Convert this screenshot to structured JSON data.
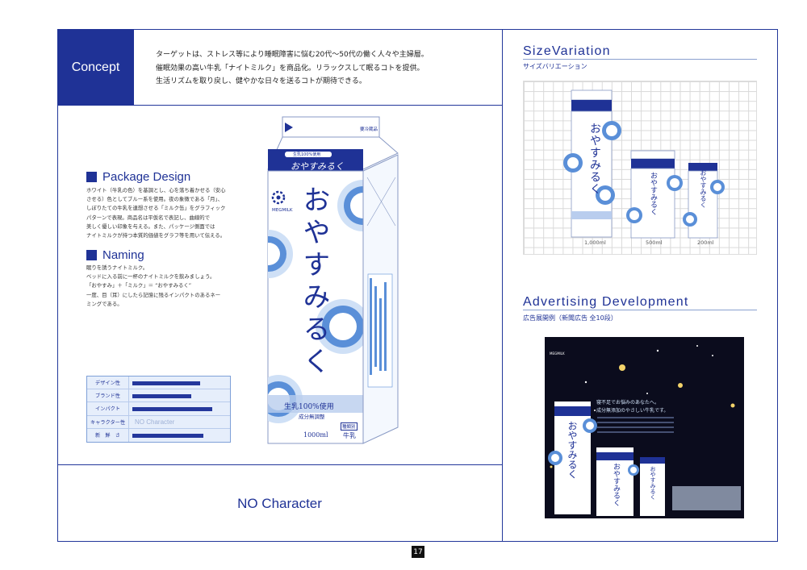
{
  "concept": {
    "label": "Concept",
    "lines": [
      "ターゲットは、ストレス等により睡眠障害に悩む20代〜50代の働く人々や主婦層。",
      "催眠効果の高い牛乳「ナイトミルク」を商品化。リラックスして眠るコトを提供。",
      "生活リズムを取り戻し、健やかな日々を送るコトが期待できる。"
    ]
  },
  "package": {
    "heading": "Package Design",
    "lines": [
      "ホワイト（牛乳の色）を基調とし、心を落ち着かせる（安心",
      "させる）色としてブルー系を使用。夜の象徴である「月」、",
      "しぼりたての牛乳を連想させる「ミルク缶」をグラフィック",
      "パターンで表現。商品名は平仮名で表記し、曲線的で",
      "美しく優しい印象を与える。また、パッケージ側面では",
      "ナイトミルクが持つ本質的価値をグラフ等を用いて伝える。"
    ]
  },
  "naming": {
    "heading": "Naming",
    "lines": [
      "眠りを誘うナイトミルク。",
      "ベッドに入る前に一杯のナイトミルクを飲みましょう。",
      "「おやすみ」＋「ミルク」＝ “おやすみるく”",
      "一度、目（耳）にしたら記憶に残るインパクトのあるネー",
      "ミングである。"
    ]
  },
  "rating": {
    "rows": [
      {
        "label": "デザイン性",
        "value": 0.72
      },
      {
        "label": "ブランド性",
        "value": 0.63
      },
      {
        "label": "インパクト",
        "value": 0.85
      },
      {
        "label": "キャラクター性",
        "value": null,
        "note": "NO Character"
      },
      {
        "label": "新　鮮　さ",
        "value": 0.76
      }
    ]
  },
  "carton": {
    "top_badge": "要冷蔵品",
    "band_small": "生乳100%使用",
    "band_name": "おやすみるく",
    "name_vertical": "おやすみるく",
    "brand": "MEGMILK",
    "claim1": "生乳100%使用",
    "claim2": "成分無調整",
    "volume": "1000ml",
    "kind_label": "種類別",
    "kind_value": "牛乳"
  },
  "bottom_label": "NO Character",
  "size": {
    "title": "SizeVariation",
    "subtitle": "サイズバリエーション",
    "labels": [
      "1,000ml",
      "500ml",
      "200ml"
    ]
  },
  "advert": {
    "title": "Advertising Development",
    "subtitle": "広告展開例（新聞広告 全10段）",
    "headline1": "寝不足でお悩みのあなたへ。",
    "headline2": "成分無添加のやさしい牛乳です。",
    "brand": "MEGMILK"
  },
  "page_number": "17",
  "colors": {
    "primary": "#1f3296",
    "accent": "#5a8fd8",
    "light": "#cfe0f6"
  }
}
